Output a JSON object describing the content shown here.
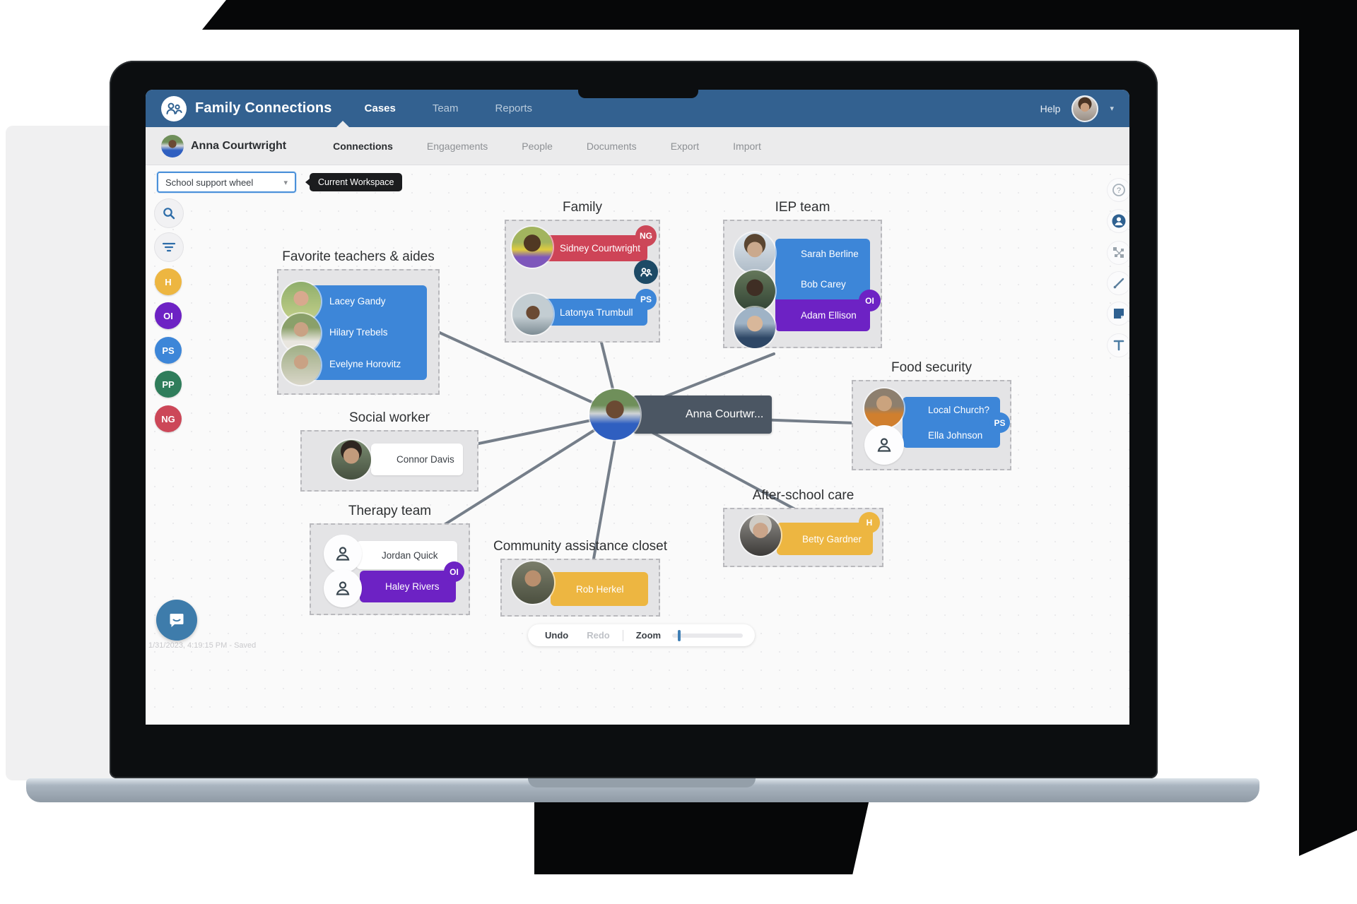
{
  "theme": {
    "header_blue": "#336190",
    "node_blue": "#3d86d8",
    "node_red": "#ce4457",
    "node_purple": "#6d22c4",
    "node_yellow": "#edb641",
    "node_dark": "#4b5663",
    "badge_green": "#2f7d5b",
    "line_gray": "#6a7480"
  },
  "header": {
    "app_title": "Family Connections",
    "nav_items": [
      {
        "label": "Cases",
        "active": true
      },
      {
        "label": "Team",
        "active": false
      },
      {
        "label": "Reports",
        "active": false
      }
    ],
    "help_label": "Help"
  },
  "case_bar": {
    "case_name": "Anna Courtwright",
    "tabs": [
      {
        "label": "Connections",
        "active": true
      },
      {
        "label": "Engagements",
        "active": false
      },
      {
        "label": "People",
        "active": false
      },
      {
        "label": "Documents",
        "active": false
      },
      {
        "label": "Export",
        "active": false
      },
      {
        "label": "Import",
        "active": false
      }
    ]
  },
  "workspace_selector": {
    "value": "School support wheel",
    "tooltip": "Current Workspace"
  },
  "legend": [
    {
      "code": "H",
      "color": "#edb641"
    },
    {
      "code": "OI",
      "color": "#6d22c4"
    },
    {
      "code": "PS",
      "color": "#3d86d8"
    },
    {
      "code": "PP",
      "color": "#2f7d5b"
    },
    {
      "code": "NG",
      "color": "#cc4758"
    }
  ],
  "footer": {
    "undo": "Undo",
    "redo": "Redo",
    "zoom_label": "Zoom",
    "status": "1/31/2023, 4:19:15 PM - Saved"
  },
  "diagram": {
    "center": {
      "name": "Anna Courtwr..."
    },
    "groups": [
      {
        "title": "Favorite teachers & aides",
        "members": [
          {
            "name": "Lacey Gandy",
            "color": "blue"
          },
          {
            "name": "Hilary Trebels",
            "color": "blue"
          },
          {
            "name": "Evelyne Horovitz",
            "color": "blue"
          }
        ]
      },
      {
        "title": "Family",
        "members": [
          {
            "name": "Sidney Courtwright",
            "color": "red",
            "badge": "NG"
          },
          {
            "name": "Latonya Trumbull",
            "color": "blue",
            "badge": "PS"
          }
        ]
      },
      {
        "title": "IEP team",
        "members": [
          {
            "name": "Sarah Berline",
            "color": "blue"
          },
          {
            "name": "Bob Carey",
            "color": "blue"
          },
          {
            "name": "Adam Ellison",
            "color": "purple",
            "badge": "OI"
          }
        ]
      },
      {
        "title": "Food security",
        "badge": "PS",
        "members": [
          {
            "name": "Local Church?",
            "color": "blue"
          },
          {
            "name": "Ella Johnson",
            "color": "blue"
          }
        ]
      },
      {
        "title": "Social worker",
        "members": [
          {
            "name": "Connor Davis",
            "color": "white"
          }
        ]
      },
      {
        "title": "Therapy team",
        "members": [
          {
            "name": "Jordan Quick",
            "color": "white"
          },
          {
            "name": "Haley Rivers",
            "color": "purple",
            "badge": "OI"
          }
        ]
      },
      {
        "title": "Community assistance closet",
        "members": [
          {
            "name": "Rob Herkel",
            "color": "yellow"
          }
        ]
      },
      {
        "title": "After-school care",
        "members": [
          {
            "name": "Betty Gardner",
            "color": "yellow",
            "badge": "H"
          }
        ]
      }
    ]
  }
}
